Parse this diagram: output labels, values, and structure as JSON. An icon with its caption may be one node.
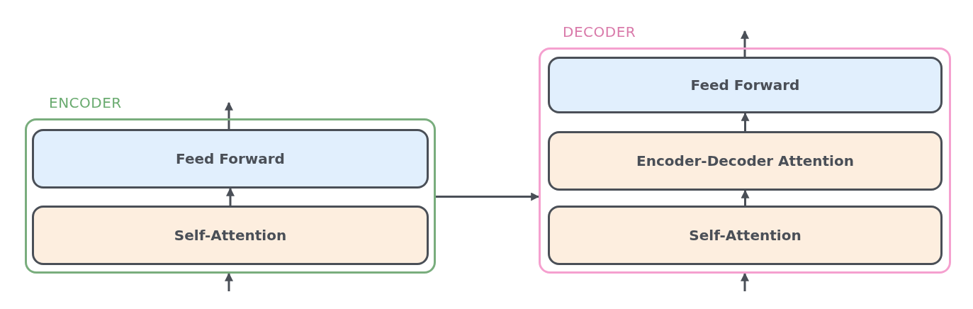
{
  "diagram": {
    "nodes": [
      {
        "text": [
          "ENCODER"
        ]
      },
      {
        "text": [
          "Feed Forward"
        ],
        "in": 0
      },
      {
        "text": [
          "Self-Attention"
        ],
        "in": 0
      },
      {
        "text": [
          "DECODER"
        ]
      },
      {
        "text": [
          "Feed Forward"
        ],
        "in": 3
      },
      {
        "text": [
          "Encoder-Decoder Attention"
        ],
        "in": 3
      },
      {
        "text": [
          "Self-Attention"
        ],
        "in": 3
      }
    ],
    "edges": [
      {
        "from": null,
        "to": 0,
        "arrow": "to"
      },
      {
        "from": 2,
        "to": 1,
        "arrow": "to"
      },
      {
        "from": 1,
        "to": null,
        "arrow": "to"
      },
      {
        "from": 0,
        "to": 3,
        "arrow": "to"
      },
      {
        "from": null,
        "to": 3,
        "arrow": "to"
      },
      {
        "from": 6,
        "to": 5,
        "arrow": "to"
      },
      {
        "from": 5,
        "to": 4,
        "arrow": "to"
      },
      {
        "from": 4,
        "to": null,
        "arrow": "to"
      }
    ]
  }
}
